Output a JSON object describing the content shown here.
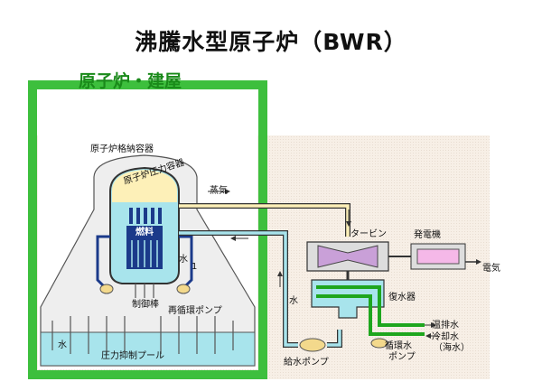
{
  "title": "沸騰水型原子炉（BWR）",
  "building_label": "原子炉・建屋",
  "labels": {
    "containment": "原子炉格納容器",
    "pressure_vessel": "原子炉圧力容器",
    "fuel": "燃料",
    "water": "水",
    "control_rod": "制御棒",
    "recirc_pump": "再循環ポンプ",
    "pool_water": "水",
    "suppression_pool": "圧力抑制プール",
    "steam": "蒸気",
    "turbine": "タービン",
    "generator": "発電機",
    "electricity": "電気",
    "condenser": "復水器",
    "return_water": "水",
    "feedwater_pump": "給水ポンプ",
    "hot_discharge": "温排水",
    "cooling_water": "冷却水",
    "seawater": "（海水）",
    "circ_pump": "循環水\nポンプ",
    "level_mark": "1"
  },
  "colors": {
    "building_green": "#3dbf3d",
    "diagram_bg": "#f7efe6",
    "pool": "#a8e4ec",
    "dome": "#fdf0b8",
    "core": "#1b3a8a",
    "generator": "#f5b8e8",
    "turbine": "#c9a0d8",
    "condenser_pipe": "#1ea61e"
  }
}
